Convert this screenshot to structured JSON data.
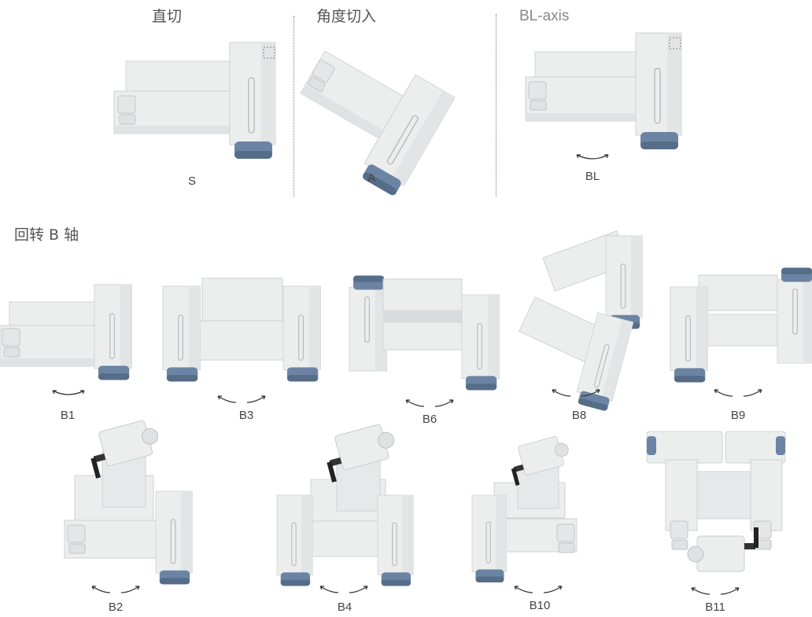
{
  "colors": {
    "body": "#eceeee",
    "shade": "#d6d9d9",
    "edge": "#c9cccc",
    "wheel": "#6b84a3",
    "wheel_dark": "#566d8a"
  },
  "top_section": {
    "headers": {
      "straight": "直切",
      "angle": "角度切入",
      "bl_axis": "BL-axis"
    },
    "labels": {
      "s": "S",
      "a": "A",
      "bl": "BL"
    }
  },
  "bottom_section": {
    "title": "回转 B 轴",
    "labels": {
      "b1": "B1",
      "b3": "B3",
      "b6": "B6",
      "b8": "B8",
      "b9": "B9",
      "b2": "B2",
      "b4": "B4",
      "b10": "B10",
      "b11": "B11"
    }
  }
}
